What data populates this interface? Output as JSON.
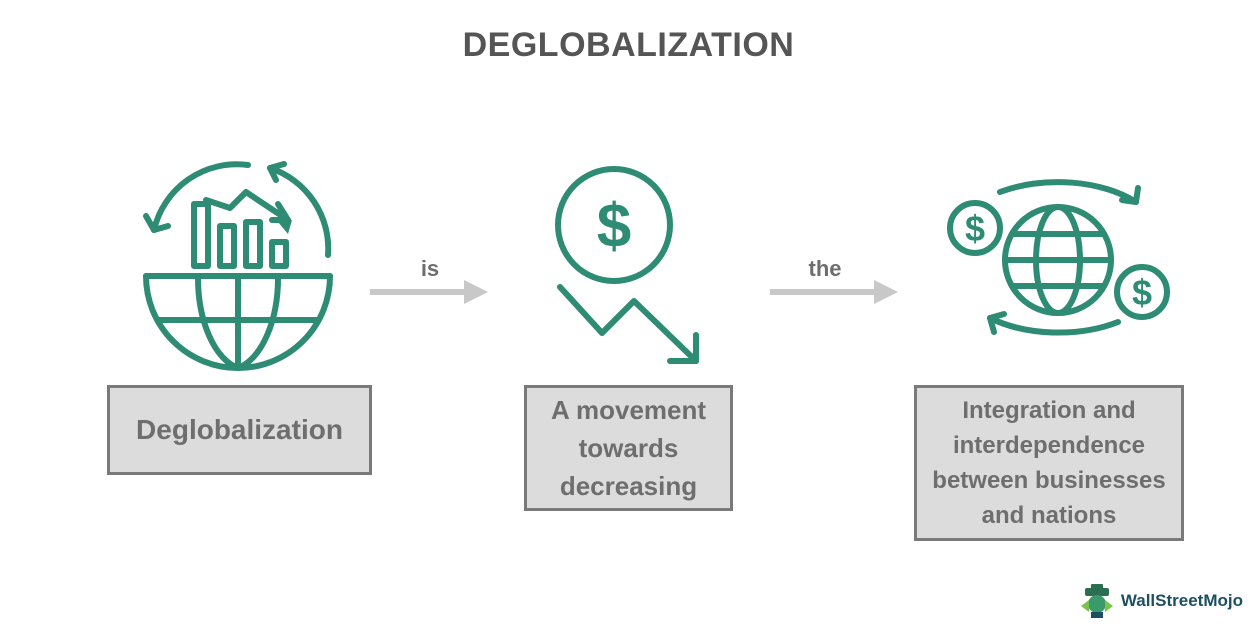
{
  "title": "DEGLOBALIZATION",
  "colors": {
    "accent": "#2e8b74",
    "box_fill": "#dcdcdc",
    "box_border": "#7a7a7a",
    "text_gray": "#6e6e6e",
    "arrow_gray": "#c8c8c8"
  },
  "steps": [
    {
      "icon": "globe-declining-chart-icon",
      "label": "Deglobalization"
    },
    {
      "icon": "dollar-down-trend-icon",
      "label_lines": [
        "A movement",
        "towards",
        "decreasing"
      ]
    },
    {
      "icon": "globe-currency-exchange-icon",
      "label_lines": [
        "Integration and",
        "interdependence",
        "between businesses",
        "and nations"
      ]
    }
  ],
  "connectors": [
    {
      "label": "is"
    },
    {
      "label": "the"
    }
  ],
  "brand": {
    "name": "WallStreetMojo",
    "icon": "wallstreetmojo-logo-icon"
  }
}
